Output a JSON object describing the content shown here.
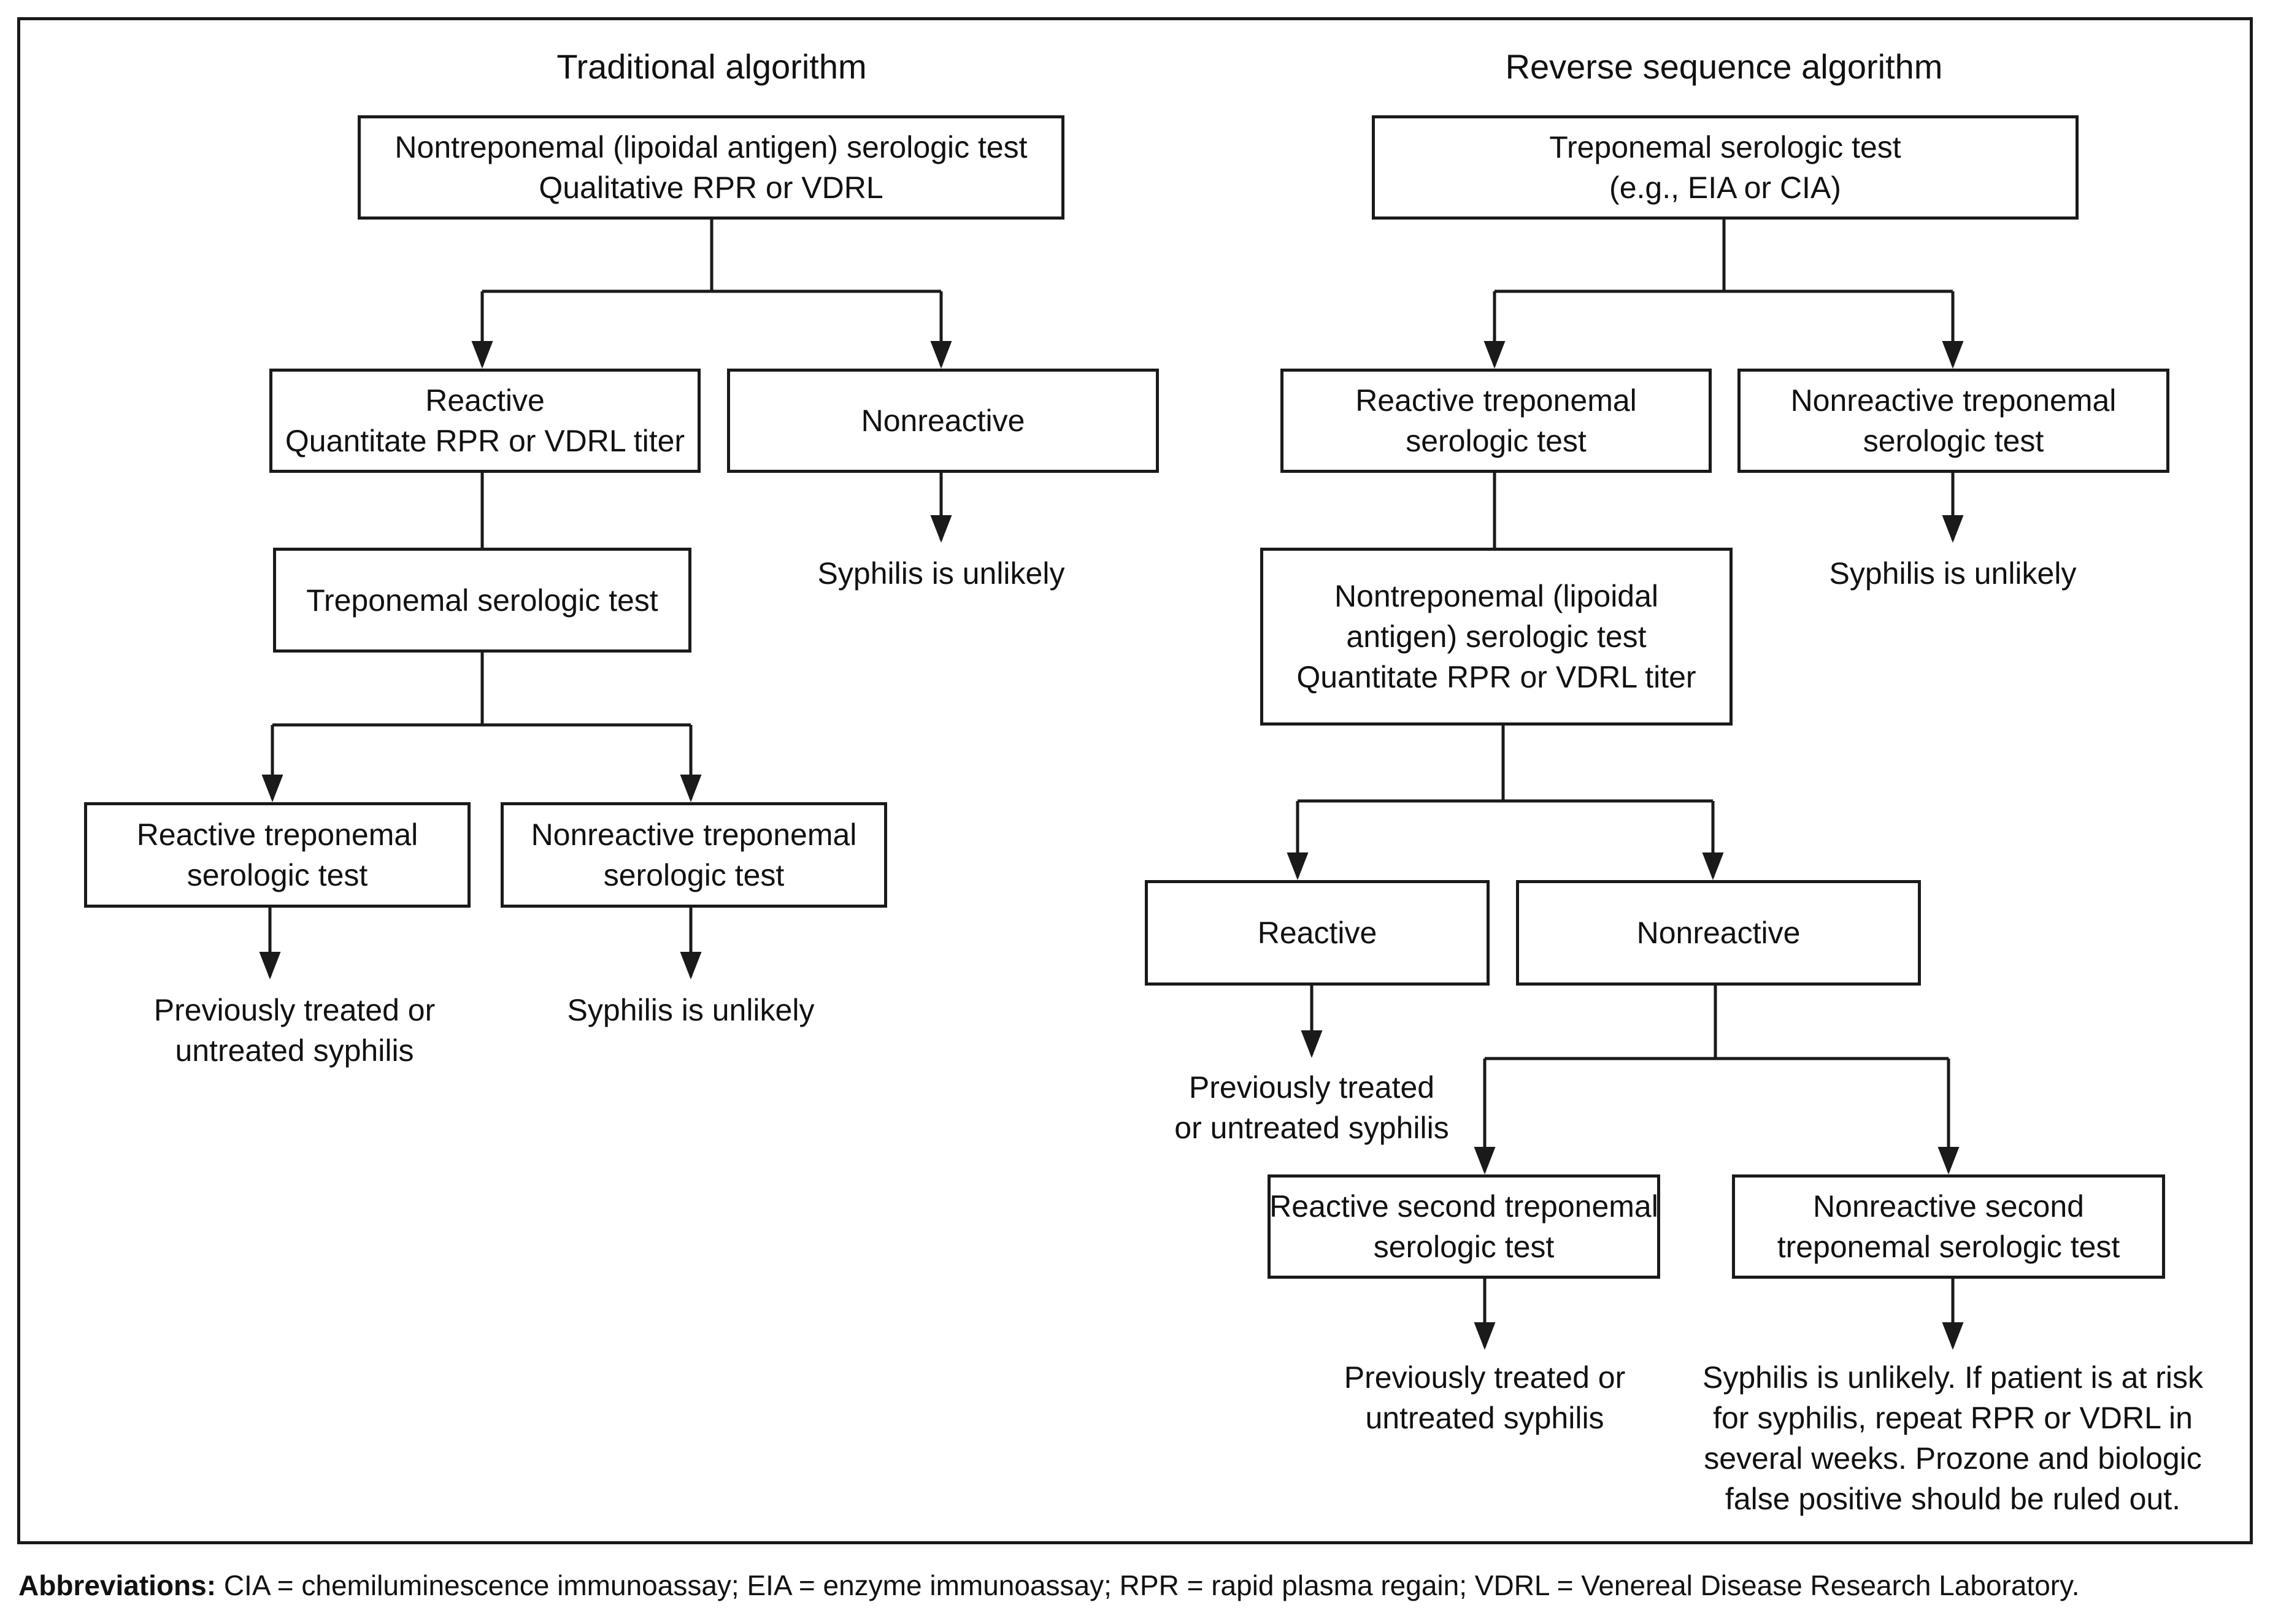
{
  "traditional": {
    "title": "Traditional algorithm",
    "root": [
      "Nontreponemal (lipoidal antigen) serologic test",
      "Qualitative RPR or VDRL"
    ],
    "reactive": [
      "Reactive",
      "Quantitate RPR or VDRL titer"
    ],
    "nonreactive": "Nonreactive",
    "nonreactive_outcome": "Syphilis is unlikely",
    "treponemal_test": "Treponemal serologic test",
    "reactive_treponemal": [
      "Reactive treponemal",
      "serologic test"
    ],
    "nonreactive_treponemal": [
      "Nonreactive treponemal",
      "serologic test"
    ],
    "reactive_outcome": [
      "Previously treated or",
      "untreated syphilis"
    ],
    "nonreactive_treponemal_outcome": "Syphilis is unlikely"
  },
  "reverse": {
    "title": "Reverse sequence algorithm",
    "root": [
      "Treponemal serologic test",
      "(e.g., EIA or CIA)"
    ],
    "reactive_treponemal": [
      "Reactive treponemal",
      "serologic test"
    ],
    "nonreactive_treponemal": [
      "Nonreactive treponemal",
      "serologic test"
    ],
    "nonreactive_outcome": "Syphilis is unlikely",
    "nontreponemal_test": [
      "Nontreponemal (lipoidal",
      "antigen) serologic test",
      "Quantitate RPR or VDRL titer"
    ],
    "reactive": "Reactive",
    "nonreactive": "Nonreactive",
    "reactive_outcome": [
      "Previously treated",
      "or untreated syphilis"
    ],
    "reactive_second": [
      "Reactive second treponemal",
      "serologic test"
    ],
    "nonreactive_second": [
      "Nonreactive second",
      "treponemal serologic test"
    ],
    "reactive_second_outcome": [
      "Previously treated or",
      "untreated syphilis"
    ],
    "nonreactive_second_outcome": [
      "Syphilis is unlikely. If patient is at risk",
      "for syphilis, repeat RPR or VDRL in",
      "several weeks. Prozone and biologic",
      "false positive should be ruled out."
    ]
  },
  "footnote": {
    "label": "Abbreviations:",
    "text": " CIA = chemiluminescence immunoassay; EIA = enzyme immunoassay; RPR = rapid plasma regain; VDRL = Venereal Disease Research Laboratory."
  }
}
